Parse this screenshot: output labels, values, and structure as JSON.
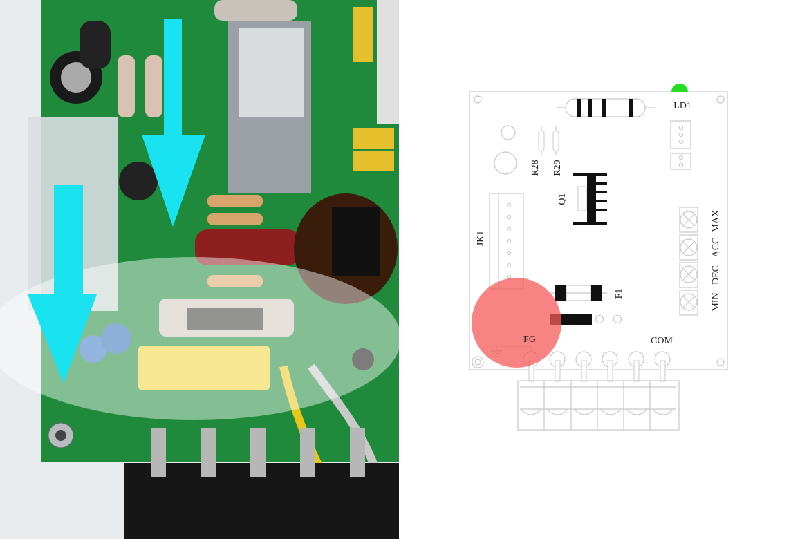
{
  "photo": {
    "description_icon": "pcb-photo",
    "arrow_color": "#19e3f0",
    "board_color": "#1f8a3c"
  },
  "diagram": {
    "labels": {
      "led": "LD1",
      "r28": "R28",
      "r29": "R29",
      "q1": "Q1",
      "jk1": "JK1",
      "f1": "F1",
      "max": "MAX",
      "acc": "ACC",
      "dec": "DEC",
      "min": "MIN",
      "fg": "FG",
      "com": "COM"
    },
    "led_color": "#22dd22",
    "highlight_color": "#f55a5a"
  }
}
